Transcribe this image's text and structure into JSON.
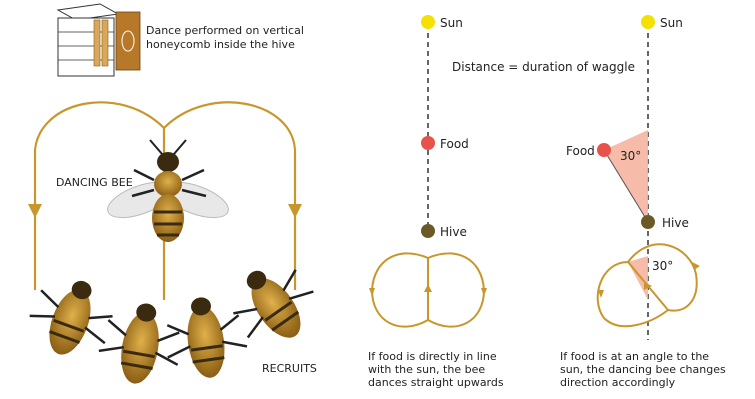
{
  "hive_caption": "Dance performed on vertical\nhoneycomb inside the hive",
  "dancing_bee_label": "DANCING BEE",
  "recruits_label": "RECRUITS",
  "distance_label": "Distance = duration of waggle",
  "left": {
    "sun_label": "Sun",
    "food_label": "Food",
    "hive_label": "Hive",
    "caption": "If food is directly in line\nwith the sun, the bee\ndances straight upwards"
  },
  "right": {
    "sun_label": "Sun",
    "food_label": "Food",
    "hive_label": "Hive",
    "angle_top": "30°",
    "angle_bottom": "30°",
    "caption": "If food is at an angle to the\nsun, the dancing bee changes\ndirection accordingly"
  },
  "colors": {
    "dance_path": "#c9962c",
    "sun": "#f5e100",
    "food": "#e8524a",
    "hive_dot": "#6b5a26",
    "angle_fill": "#f6b5a0",
    "bee_body": "#b8862a"
  }
}
